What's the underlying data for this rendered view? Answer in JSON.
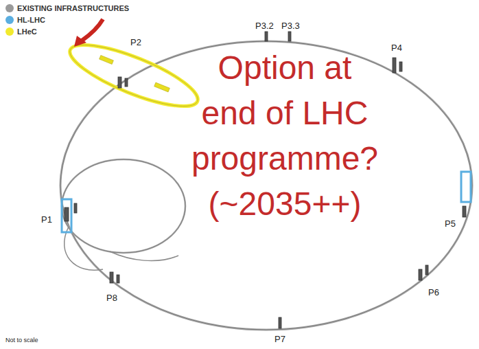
{
  "diagram": {
    "labels": [
      "P3.2",
      "P3.3",
      "P2",
      "P4",
      "P1",
      "P5",
      "P8",
      "P6",
      "P7",
      "Option at end of LHC programme? (~2035++)",
      "Not to scale"
    ],
    "legend": [
      {
        "text": "EXISTING INFRASTRUCTURES",
        "color": "#9a9a9a"
      },
      {
        "text": "HL-LHC",
        "color": "#5aaee0"
      },
      {
        "text": "LHeC",
        "color": "#f2ea2e"
      }
    ]
  }
}
